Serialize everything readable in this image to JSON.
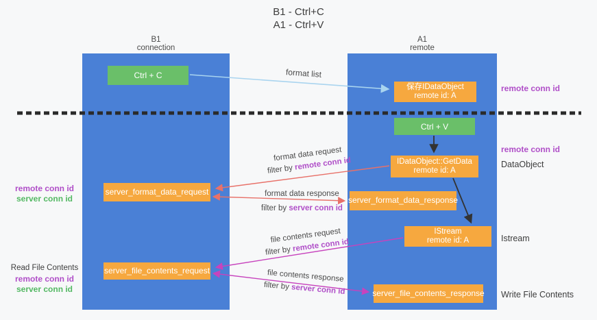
{
  "title": {
    "line1": "B1 - Ctrl+C",
    "line2": "A1 - Ctrl+V"
  },
  "lanes": {
    "left": {
      "name": "B1",
      "subtitle": "connection"
    },
    "right": {
      "name": "A1",
      "subtitle": "remote"
    }
  },
  "nodes": {
    "ctrl_c": {
      "label": "Ctrl + C"
    },
    "ctrl_v": {
      "label": "Ctrl + V"
    },
    "save_dataobject": {
      "line1": "保存IDataObject",
      "line2": "remote id: A"
    },
    "getdata": {
      "line1": "IDataObject::GetData",
      "line2": "remote id: A"
    },
    "istream": {
      "line1": "IStream",
      "line2": "remote id: A"
    },
    "server_format_data_request": {
      "label": "server_format_data_request"
    },
    "server_format_data_response": {
      "label": "server_format_data_response"
    },
    "server_file_contents_request": {
      "label": "server_file_contents_request"
    },
    "server_file_contents_response": {
      "label": "server_file_contents_response"
    }
  },
  "edge_labels": {
    "format_list": "format list",
    "format_data_request": {
      "title": "format data request",
      "filter_prefix": "filter by ",
      "filter_key": "remote conn id"
    },
    "format_data_response": {
      "title": "format data response",
      "filter_prefix": "filter by ",
      "filter_key": "server conn id"
    },
    "file_contents_request": {
      "title": "file contents request",
      "filter_prefix": "filter by ",
      "filter_key": "remote conn id"
    },
    "file_contents_response": {
      "title": "file contents response",
      "filter_prefix": "filter by ",
      "filter_key": "server conn id"
    }
  },
  "margin_labels": {
    "right_remote_conn_top": "remote conn id",
    "right_remote_conn_mid": "remote conn id",
    "right_dataobject": "DataObject",
    "right_istream": "Istream",
    "right_write_file": "Write File Contents",
    "left_remote_conn_top": "remote conn id",
    "left_server_conn_top": "server conn id",
    "left_read_file": "Read File Contents",
    "left_remote_conn_bottom": "remote conn id",
    "left_server_conn_bottom": "server conn id"
  },
  "colors": {
    "lane_blue": "#4a80d6",
    "node_green": "#6abf69",
    "node_orange": "#f6a83f",
    "arrow_light_blue": "#a9d4ef",
    "arrow_salmon": "#e87169",
    "arrow_magenta": "#c743bd",
    "arrow_black": "#333333",
    "label_purple": "#b04fc8",
    "label_green": "#53b863",
    "separator_black": "#2a2a2a"
  }
}
